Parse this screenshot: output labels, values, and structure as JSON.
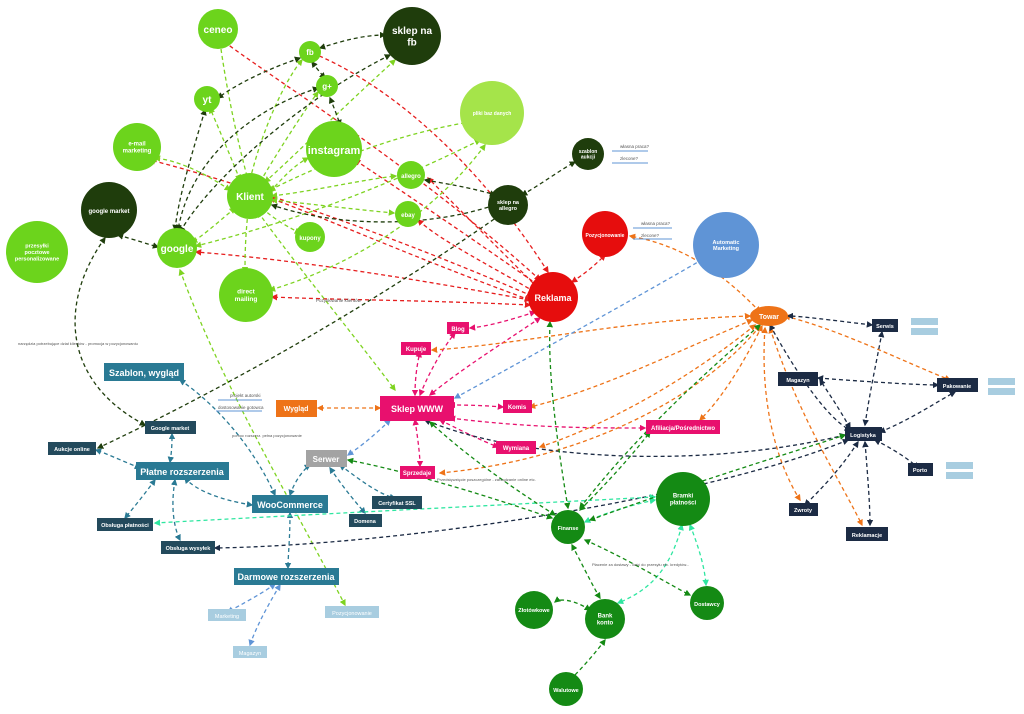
{
  "colors": {
    "lime": "#6cd41c",
    "lime_light": "#a5e44a",
    "dark_green": "#1f3d0c",
    "green": "#148a14",
    "red": "#e60d0d",
    "magenta": "#e8106e",
    "orange": "#ee7318",
    "navy": "#1c2b44",
    "teal": "#2a7a94",
    "light_blue": "#a8cde0",
    "gray": "#a3a3a3",
    "sky": "#5f94d6",
    "edge_red": "#e61e1e",
    "edge_green": "#7ed321",
    "edge_dark": "#1f3d0c",
    "edge_magenta": "#e8106e",
    "edge_orange": "#ee7318",
    "edge_navy": "#1c2b44",
    "edge_teal": "#2a7a94",
    "edge_mint": "#2ee6a0",
    "edge_forest": "#148a14",
    "edge_blue": "#5f94d6"
  },
  "nodes": {
    "ceneo": "ceneo",
    "sklep_fb": "sklep na fb",
    "fb": "fb",
    "gplus": "g+",
    "yt": "yt",
    "pliki": "pliki baz danych",
    "email": "e-mail marketing",
    "instagram": "instagram",
    "klient": "Klient",
    "allegro": "allegro",
    "sklep_allegro": "sklep na allegro",
    "szablon_aukcji": "szablon aukcji",
    "ebay": "ebay",
    "google_market": "google market",
    "kupony": "kupony",
    "google": "google",
    "przesylki": "przesyłki pocztowe personalizowane",
    "direct_mailing": "direct mailing",
    "pozycjonowanie": "Pozycjonowanie",
    "automatic_marketing": "Automatic Marketing",
    "reklama": "Reklama",
    "towar": "Towar",
    "blog": "Blog",
    "kupuje": "Kupuje",
    "sklep_www": "Sklep WWW",
    "komis": "Komis",
    "wymiana": "Wymiana",
    "sprzedaje": "Sprzedaje",
    "afiliacja": "Afiliacja/Pośrednictwo",
    "wyglad": "Wygląd",
    "szablon_wyglad": "Szablon, wygląd",
    "serwer": "Serwer",
    "google_market2": "Google market",
    "aukcje_online": "Aukcje online",
    "platne": "Płatne rozszerzenia",
    "woocommerce": "WooCommerce",
    "certyfikat": "Certyfikat SSL",
    "domena": "Domena",
    "obsluga_platnosci": "Obsługa płatności",
    "obsluga_wysylek": "Obsługa wysyłek",
    "darmowe": "Darmowe rozszerzenia",
    "marketing": "Marketing",
    "pozycjonowanie2": "Pozycjonowanie",
    "magazyn_left": "Magazyn",
    "finanse": "Finanse",
    "bramki": "Bramki płatności",
    "zlotowkowe": "Złotówkowe",
    "bank": "Bank konto",
    "dostawcy": "Dostawcy",
    "walutowe": "Walutowe",
    "serwis": "Serwis",
    "magazyn_right": "Magazyn",
    "pakowanie": "Pakowanie",
    "logistyka": "Logistyka",
    "porto": "Porto",
    "zwroty": "Zwroty",
    "reklamacje": "Reklamacje"
  },
  "notes": {
    "wlasna1": "własna praca?",
    "zlecona1": "zlecone?",
    "wlasna2": "własna praca?",
    "zlecona2": "zlecone?",
    "projekt_autorski": "projekt autorski",
    "dostosowanie": "dostosowanie gotowca",
    "pozyskiwanie": "Pozyskiwanie klientów",
    "narzedzia": "narzędzia potrzebujące dział klientów - promocja w pozycjonowaniu",
    "pomoc": "pomoc rozszerz. pełna pozycjonowanie",
    "przedsiew": "Przedsięwzięcie poszczególne - zarządzanie online etc.",
    "placenie": "Płacenie za dostawy - ilość do przesyłu etc. kredytów..."
  }
}
